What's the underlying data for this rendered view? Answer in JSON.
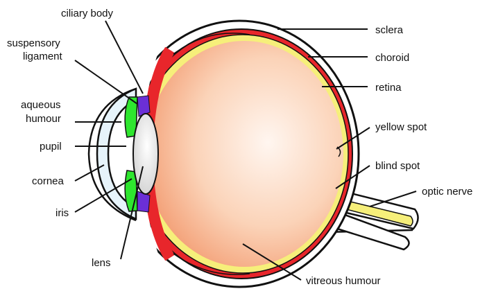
{
  "labels": {
    "ciliary_body": "ciliary body",
    "suspensory_1": "suspensory",
    "suspensory_2": "ligament",
    "aqueous_1": "aqueous",
    "aqueous_2": "humour",
    "pupil": "pupil",
    "cornea": "cornea",
    "iris": "iris",
    "lens": "lens",
    "sclera": "sclera",
    "choroid": "choroid",
    "retina": "retina",
    "yellow_spot": "yellow spot",
    "blind_spot": "blind spot",
    "optic_nerve": "optic nerve",
    "vitreous_humour": "vitreous humour"
  },
  "colors": {
    "sclera": "#ffffff",
    "outline": "#111111",
    "choroid": "#e8262b",
    "retina": "#f6ef7a",
    "vitreous_inner": "#fff4ee",
    "vitreous_outer": "#f6b08a",
    "iris": "#2ee62e",
    "ciliary": "#6b2fd6",
    "lens": "#f2f2f2",
    "cornea": "#e6f3fa"
  }
}
